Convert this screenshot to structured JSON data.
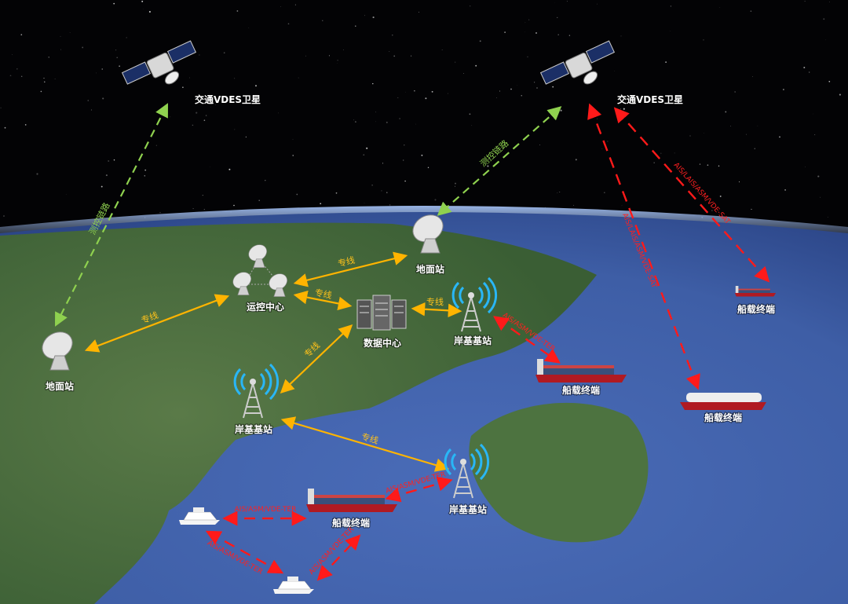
{
  "colors": {
    "control_link": "#8fd14f",
    "dedicated_line": "#ffb400",
    "vdes_link": "#ff1a1a",
    "space": "#000000",
    "sea": "#3f5ea8",
    "land": "#3f6a3a"
  },
  "nodes": {
    "satellite_left": "交通VDES卫星",
    "satellite_right": "交通VDES卫星",
    "ground_station_left": "地面站",
    "ground_station_top": "地面站",
    "ops_center": "运控中心",
    "data_center": "数据中心",
    "shore_station_1": "岸基基站",
    "shore_station_2": "岸基基站",
    "shore_station_3": "岸基基站",
    "ship_1": "船载终端",
    "ship_2": "船载终端",
    "ship_3": "船载终端",
    "ship_4": "船载终端"
  },
  "links": {
    "control_link": "测控链路",
    "dedicated_line": "专线",
    "sat": "AIS/LAIS/ASM/VDE-SAT",
    "ter": "AIS/ASM/VDE-TER"
  }
}
